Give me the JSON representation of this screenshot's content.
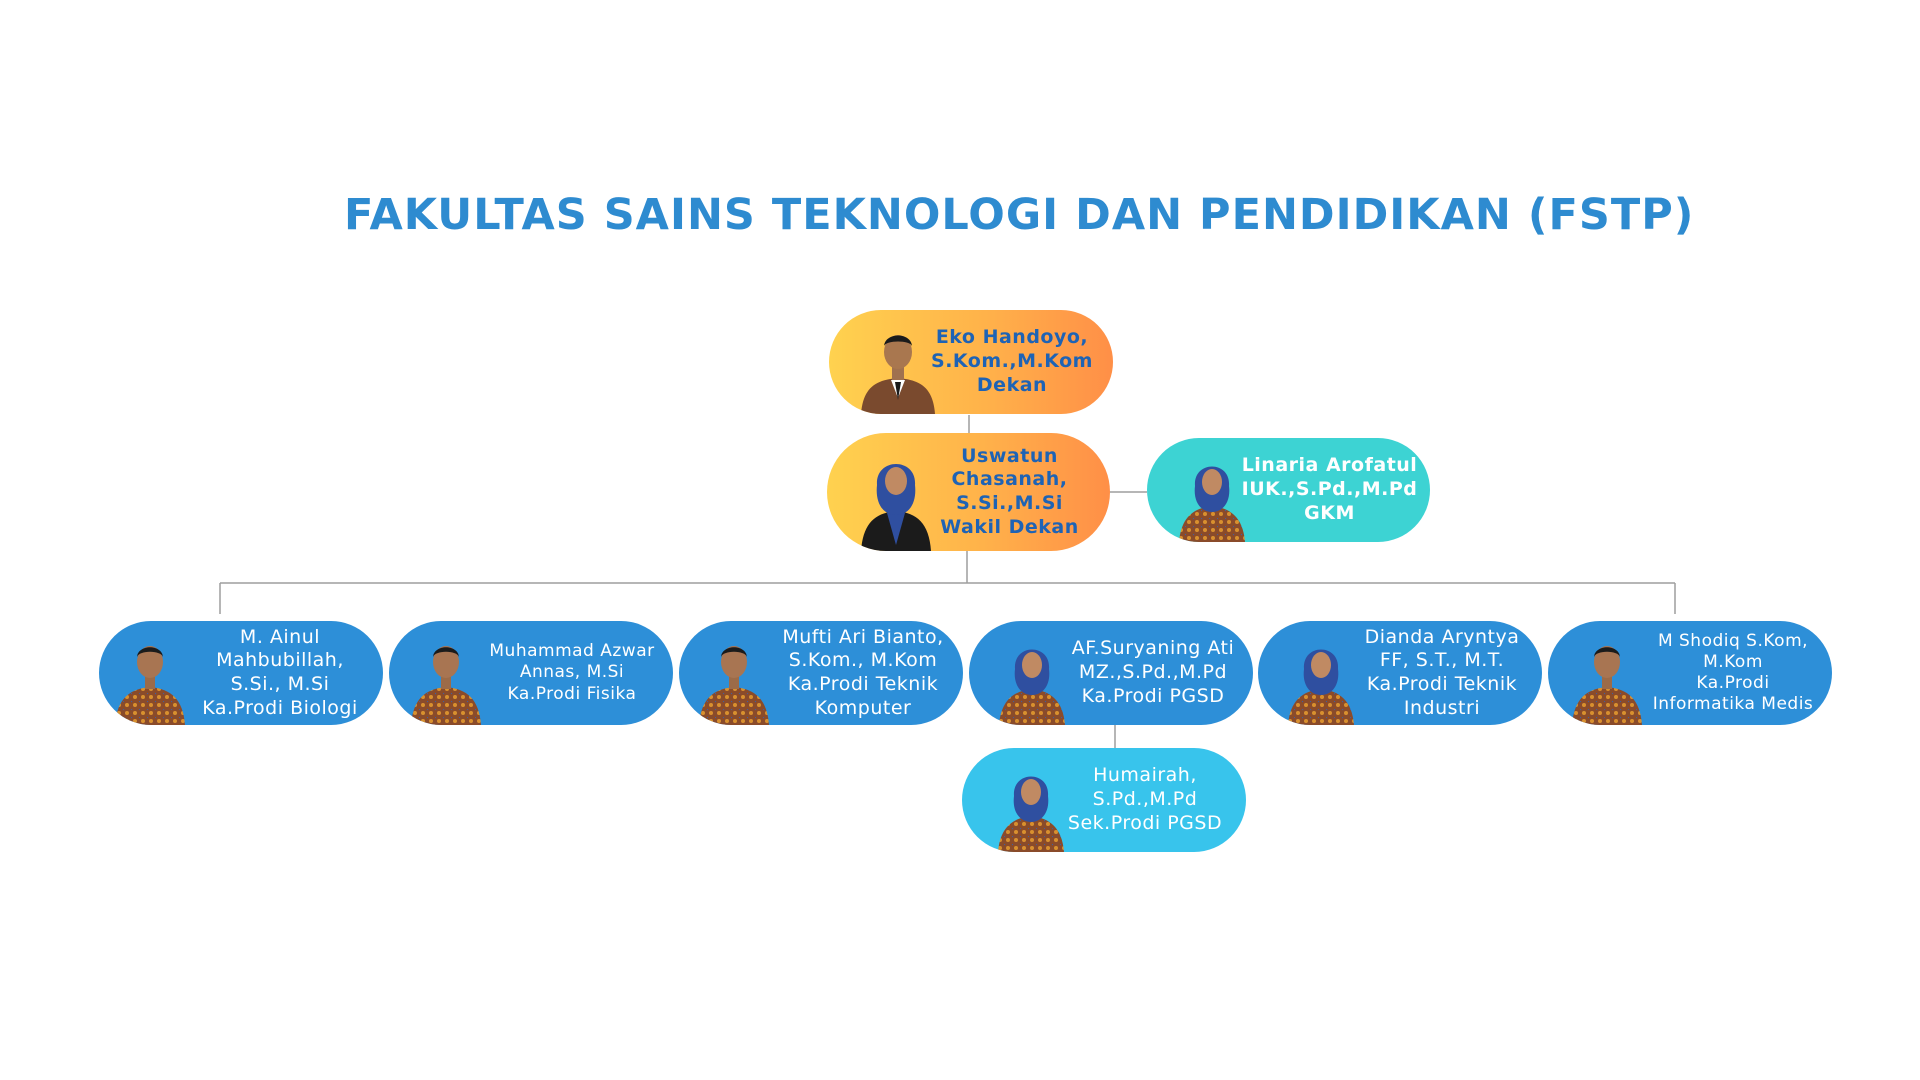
{
  "title": "FAKULTAS SAINS TEKNOLOGI DAN PENDIDIKAN (FSTP)",
  "nodes": {
    "dekan": {
      "text": "Eko Handoyo,\nS.Kom.,M.Kom\nDekan",
      "style": "orange",
      "attire": "brown-suit"
    },
    "wakil_dekan": {
      "text": "Uswatun\nChasanah,\nS.Si.,M.Si\nWakil Dekan",
      "style": "orange",
      "attire": "hijab-blue"
    },
    "gkm": {
      "text": "Linaria Arofatul\nIUK.,S.Pd.,M.Pd\nGKM",
      "style": "teal",
      "attire": "hijab-batik"
    },
    "biologi": {
      "text": "M. Ainul\nMahbubillah,\nS.Si., M.Si\nKa.Prodi Biologi",
      "style": "blue",
      "attire": "batik"
    },
    "fisika": {
      "text": "Muhammad Azwar\nAnnas, M.Si\nKa.Prodi Fisika",
      "style": "blue",
      "attire": "batik"
    },
    "teknik_komputer": {
      "text": "Mufti Ari Bianto,\nS.Kom., M.Kom\nKa.Prodi Teknik\nKomputer",
      "style": "blue",
      "attire": "batik"
    },
    "pgsd": {
      "text": "AF.Suryaning Ati\nMZ.,S.Pd.,M.Pd\nKa.Prodi PGSD",
      "style": "blue",
      "attire": "hijab-batik"
    },
    "teknik_industri": {
      "text": "Dianda Aryntya\nFF, S.T., M.T.\nKa.Prodi Teknik\nIndustri",
      "style": "blue",
      "attire": "hijab-batik"
    },
    "informatika_medis": {
      "text": "M Shodiq S.Kom,\nM.Kom\nKa.Prodi\nInformatika Medis",
      "style": "blue",
      "attire": "batik"
    },
    "sek_pgsd": {
      "text": "Humairah,\nS.Pd.,M.Pd\nSek.Prodi PGSD",
      "style": "light",
      "attire": "hijab-batik"
    }
  },
  "colors": {
    "title": "#2E8BD0",
    "orange_start": "#FFD24F",
    "orange_end": "#FF8F47",
    "teal": "#3DD3D3",
    "blue": "#2D8FD8",
    "light_blue": "#38C4EC",
    "connector": "#9E9E9E"
  }
}
